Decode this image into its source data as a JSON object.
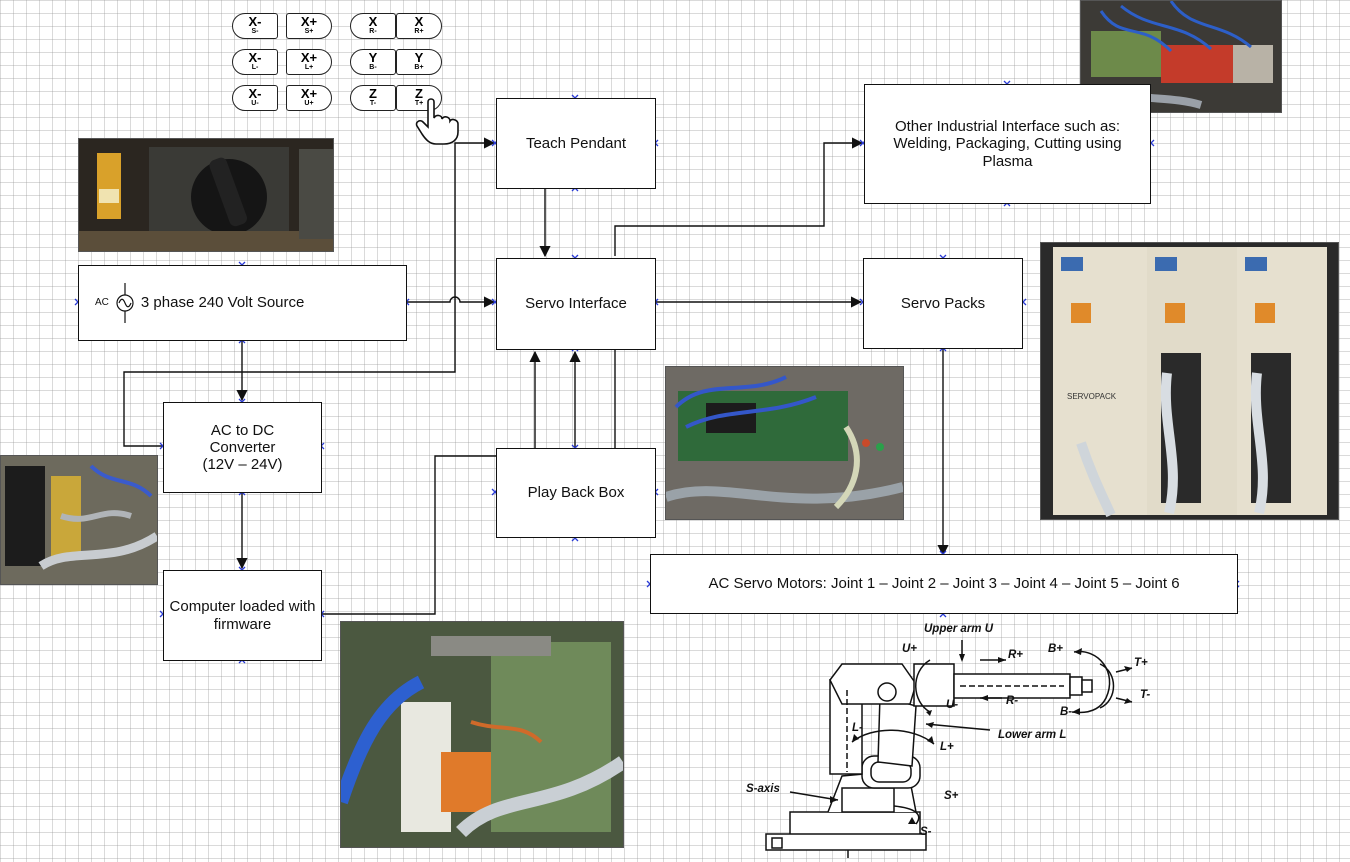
{
  "boxes": {
    "teach_pendant": "Teach Pendant",
    "servo_interface": "Servo Interface",
    "servo_packs": "Servo Packs",
    "play_back_box": "Play Back Box",
    "other_interface": "Other Industrial Interface such as: Welding, Packaging, Cutting using Plasma",
    "power_source_prefix": "AC",
    "power_source": "3 phase 240 Volt Source",
    "ac_dc_line1": "AC to DC",
    "ac_dc_line2": "Converter",
    "ac_dc_line3": "(12V – 24V)",
    "computer": "Computer loaded with firmware",
    "servo_motors": "AC Servo Motors: Joint 1 – Joint 2 – Joint 3 – Joint 4 – Joint 5 – Joint 6"
  },
  "pendant_keys": [
    {
      "main": "X-",
      "sub": "S-"
    },
    {
      "main": "X+",
      "sub": "S+"
    },
    {
      "main": "X",
      "sub": "R-"
    },
    {
      "main": "X",
      "sub": "R+"
    },
    {
      "main": "X-",
      "sub": "L-"
    },
    {
      "main": "X+",
      "sub": "L+"
    },
    {
      "main": "Y",
      "sub": "B-"
    },
    {
      "main": "Y",
      "sub": "B+"
    },
    {
      "main": "X-",
      "sub": "U-"
    },
    {
      "main": "X+",
      "sub": "U+"
    },
    {
      "main": "Z",
      "sub": "T-"
    },
    {
      "main": "Z",
      "sub": "T+"
    }
  ],
  "robot_labels": {
    "upper_arm": "Upper arm U",
    "u_plus": "U+",
    "u_minus": "U-",
    "r_plus": "R+",
    "r_minus": "R-",
    "b_plus": "B+",
    "b_minus": "B-",
    "t_plus": "T+",
    "t_minus": "T-",
    "lower_arm": "Lower arm L",
    "l_minus": "L-",
    "l_plus": "L+",
    "s_axis": "S-axis",
    "s_plus": "S+",
    "s_minus": "S-"
  },
  "servopack_text": "SERVOPACK",
  "icons": [
    "ac-source-icon",
    "hand-pointer-icon",
    "connection-point-icon"
  ],
  "colors": {
    "line": "#111111",
    "connector": "#2a3bd6",
    "grid": "#bbbbbb"
  }
}
